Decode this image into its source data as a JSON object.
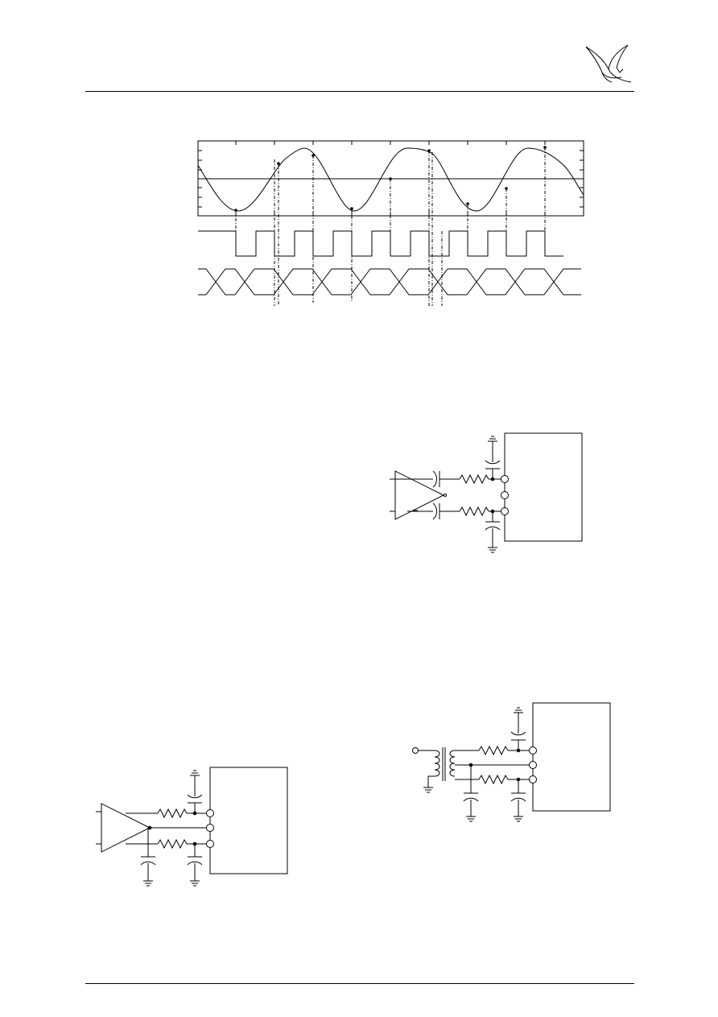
{
  "header": {
    "logo_icon": "hummingbird-logo-icon"
  },
  "figures": {
    "timing": {
      "icon": "sampling-timing-diagram"
    },
    "ac_coupled": {
      "icon": "ac-coupled-differential-input-schematic"
    },
    "dc_coupled": {
      "icon": "dc-coupled-differential-input-schematic"
    },
    "transformer": {
      "icon": "transformer-coupled-input-schematic"
    }
  },
  "colors": {
    "ink": "#000000",
    "paper": "#ffffff"
  }
}
